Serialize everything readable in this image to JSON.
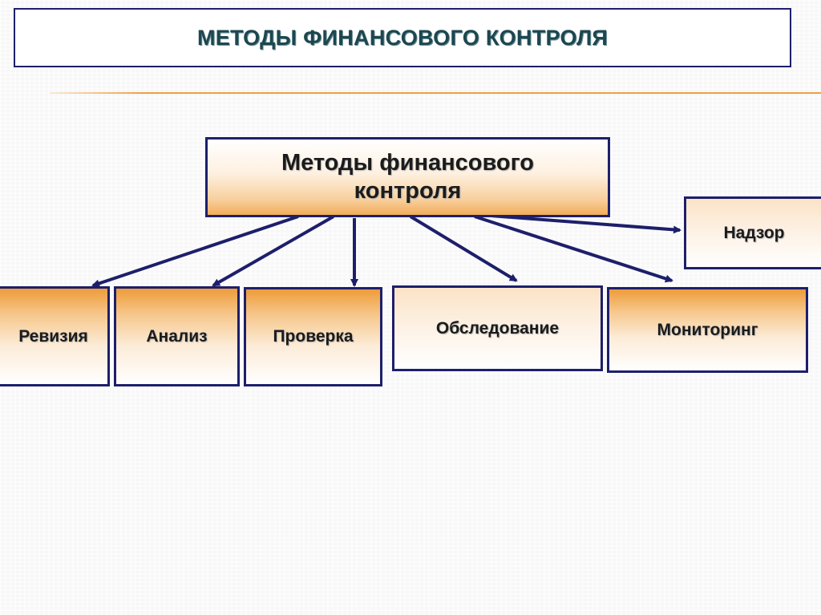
{
  "slide": {
    "title": "МЕТОДЫ ФИНАНСОВОГО КОНТРОЛЯ"
  },
  "diagram": {
    "root": {
      "line1": "Методы финансового",
      "line2": "контроля"
    },
    "nodes": {
      "revision": "Ревизия",
      "analysis": "Анализ",
      "check": "Проверка",
      "inspection": "Обследование",
      "monitoring": "Мониторинг",
      "supervision": "Надзор"
    }
  },
  "colors": {
    "border": "#1d1f6b",
    "arrow": "#1d1f6b",
    "accent_orange": "#ee9c3a",
    "title_text": "#1c4750",
    "rule": "#f0a040"
  }
}
